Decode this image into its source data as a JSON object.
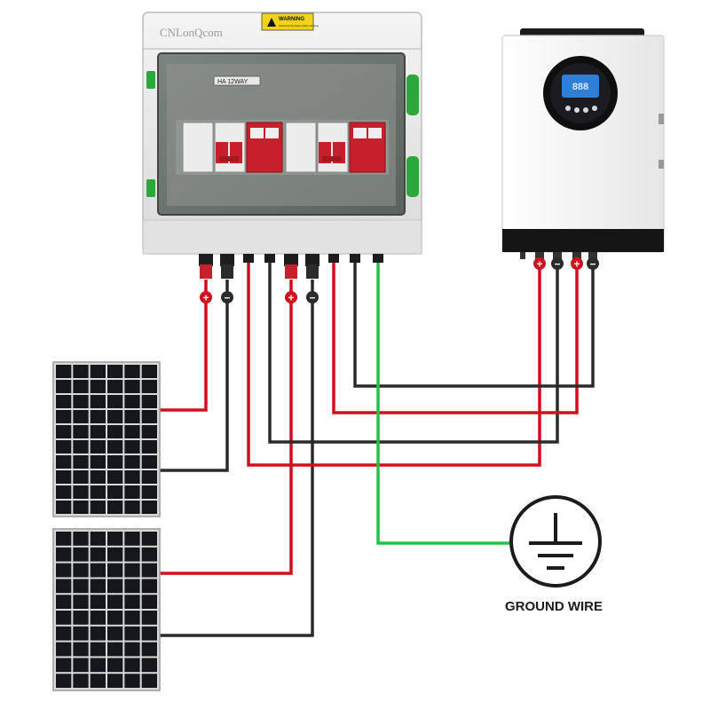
{
  "combiner_box": {
    "brand": "CNLonQcom",
    "warning_title": "WARNING",
    "warning_text": "Disconnect the battery before servicing",
    "model_label": "HA 12WAY"
  },
  "inverter": {
    "display_text": "888"
  },
  "polarity": {
    "positive": "+",
    "negative": "−"
  },
  "ground": {
    "label": "GROUND WIRE"
  },
  "colors": {
    "positive_wire": "#d0101c",
    "negative_wire": "#2b2b2b",
    "ground_wire": "#22c34a",
    "breaker_red": "#c8202a",
    "screen_blue": "#2f7fd8",
    "panel_cell": "#15171c"
  },
  "icons": [
    "warning-icon",
    "ground-symbol-icon",
    "positive-terminal-icon",
    "negative-terminal-icon",
    "solar-panel-icon"
  ]
}
